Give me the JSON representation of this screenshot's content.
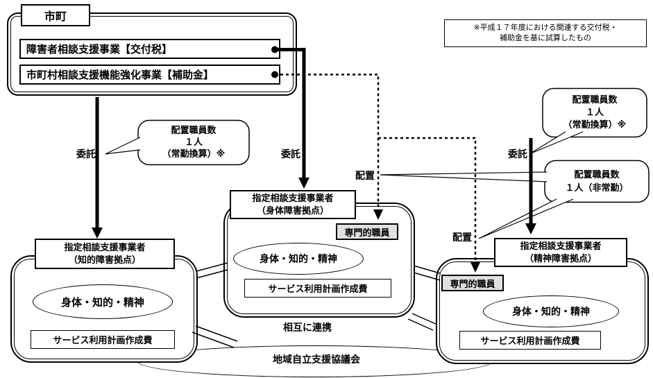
{
  "colors": {
    "line": "#000000",
    "background": "#ffffff",
    "staff_box_bg": "#e0e0e0"
  },
  "municipality": {
    "label": "市町",
    "program_tax": "障害者相談支援事業【交付税】",
    "program_subsidy": "市町村相談支援機能強化事業【補助金】"
  },
  "note": {
    "line1": "※平成１７年度における関連する交付税・",
    "line2": "補助金を基に試算したもの"
  },
  "edge_labels": {
    "entrust": "委託",
    "assign": "配置",
    "cooperation": "相互に連携"
  },
  "council": {
    "label": "地域自立支援協議会"
  },
  "callouts": {
    "left": {
      "line1": "配置職員数",
      "line2": "１人",
      "line3": "（常勤換算）※"
    },
    "top_right": {
      "line1": "配置職員数",
      "line2": "１人",
      "line3": "（常勤換算）※"
    },
    "bottom_right": {
      "line1": "配置職員数",
      "line2": "１人（非常勤）"
    }
  },
  "providers": {
    "intellectual": {
      "title": "指定相談支援事業者",
      "subtitle": "（知的障害拠点）",
      "coverage": "身体・知的・精神",
      "cost": "サービス利用計画作成費"
    },
    "physical": {
      "title": "指定相談支援事業者",
      "subtitle": "（身体障害拠点）",
      "staff": "専門的職員",
      "coverage": "身体・知的・精神",
      "cost": "サービス利用計画作成費"
    },
    "mental": {
      "title": "指定相談支援事業者",
      "subtitle": "（精神障害拠点）",
      "staff": "専門的職員",
      "coverage": "身体・知的・精神",
      "cost": "サービス利用計画作成費"
    }
  }
}
